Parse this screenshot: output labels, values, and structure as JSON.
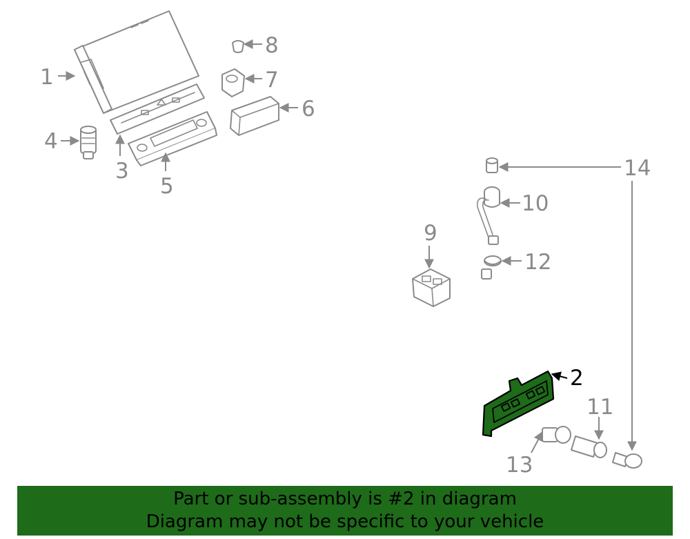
{
  "callouts": {
    "c1": "1",
    "c2": "2",
    "c3": "3",
    "c4": "4",
    "c5": "5",
    "c6": "6",
    "c7": "7",
    "c8": "8",
    "c9": "9",
    "c10": "10",
    "c11": "11",
    "c12": "12",
    "c13": "13",
    "c14": "14"
  },
  "highlighted_part": "2",
  "colors": {
    "highlight": "#1e6b1a",
    "line": "#8a8a8a",
    "banner": "#1e6b1a"
  },
  "banner": {
    "line1": "Part or sub-assembly is #2 in diagram",
    "line2": "Diagram may not be specific to your vehicle"
  }
}
